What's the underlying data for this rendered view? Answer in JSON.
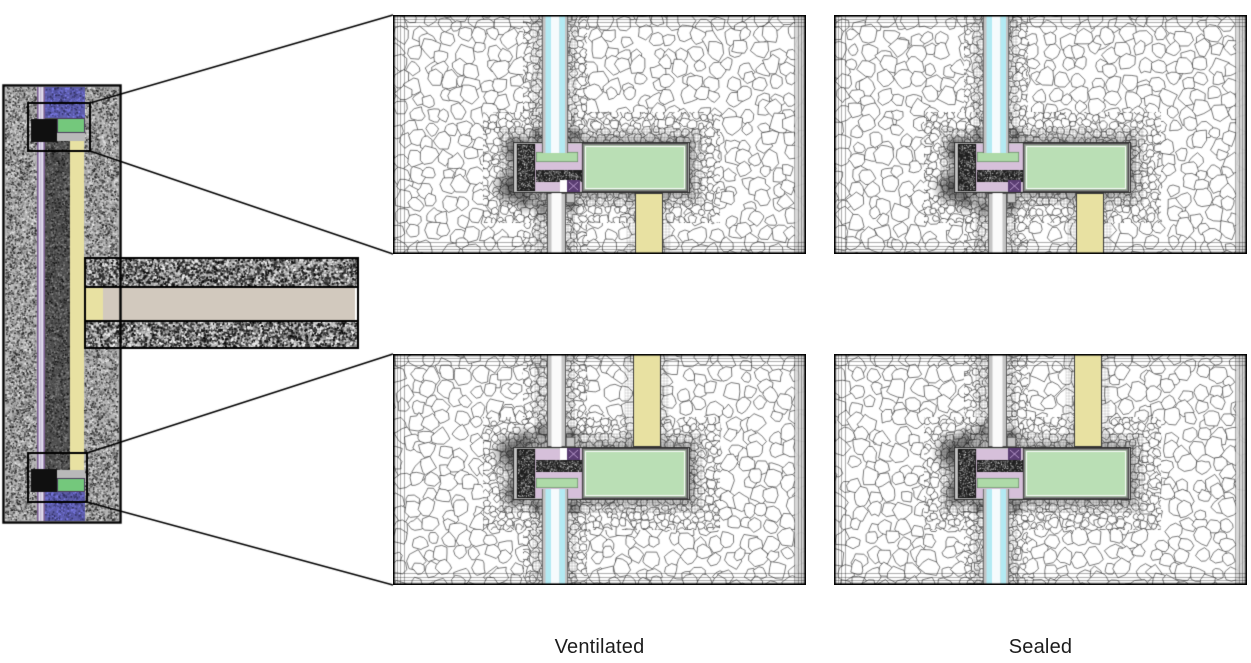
{
  "figure": {
    "type": "finite-element-mesh-figure",
    "caption_left": "Ventilated",
    "caption_right": "Sealed",
    "panels": [
      {
        "id": "head-ventilated",
        "row": "top",
        "column": "left",
        "detail": "window-head",
        "configuration": "ventilated"
      },
      {
        "id": "head-sealed",
        "row": "top",
        "column": "right",
        "detail": "window-head",
        "configuration": "sealed"
      },
      {
        "id": "sill-ventilated",
        "row": "bottom",
        "column": "left",
        "detail": "window-sill",
        "configuration": "ventilated"
      },
      {
        "id": "sill-sealed",
        "row": "bottom",
        "column": "right",
        "detail": "window-sill",
        "configuration": "sealed"
      }
    ],
    "colors": {
      "panel_background": "#ffffff",
      "mesh_edge": "#262626",
      "panel_border": "#000000",
      "glass_cyan": "#b3eaf3",
      "glass_core": "#f6fbfd",
      "frame_gray": "#c4c4c4",
      "frame_pink": "#d6c0da",
      "frame_green": "#aedaa8",
      "insulation_green": "#badfb5",
      "wood_yellow": "#e8e1a2",
      "accent_purple": "#5a3d72",
      "overview_green": "#74c87c",
      "overview_blue": "#5e5ea9",
      "overview_dark": "#4e4e4e",
      "overview_light": "#b5b5b5",
      "slab_tan": "#d2c9be",
      "callout": "#000000"
    }
  }
}
